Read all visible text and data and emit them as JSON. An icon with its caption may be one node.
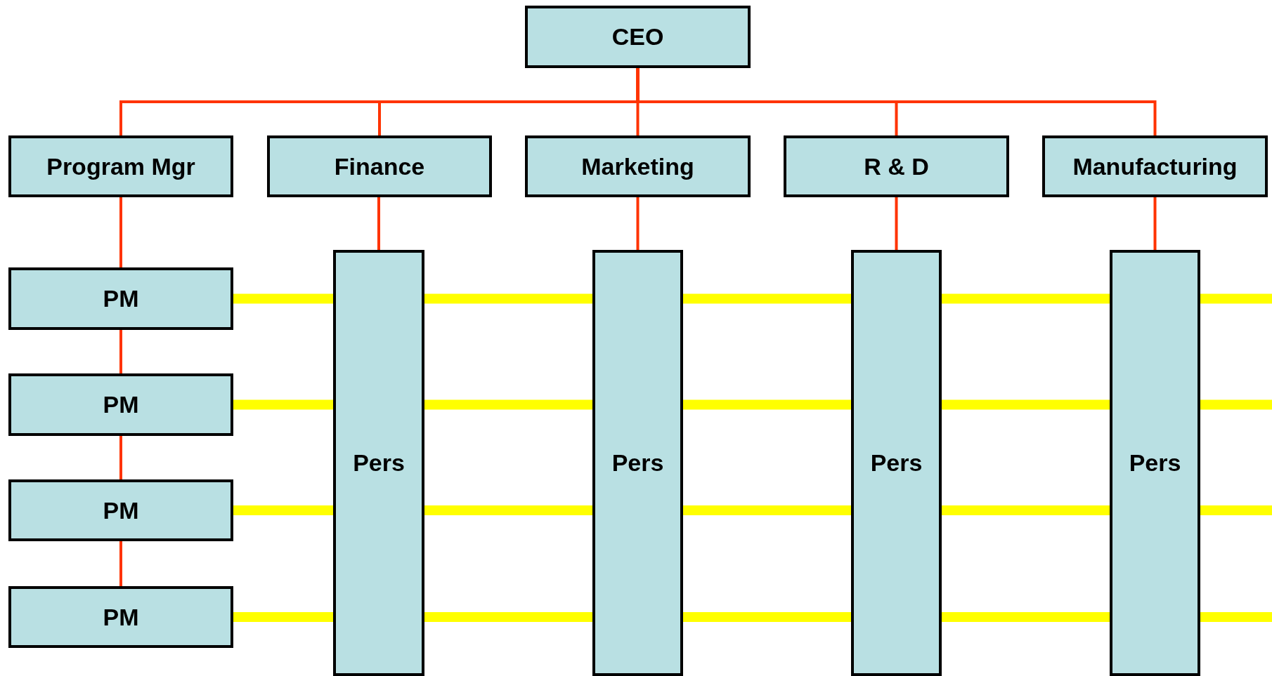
{
  "diagram": {
    "nodes": [
      {
        "text": [
          "CEO"
        ]
      },
      {
        "text": [
          "Program Mgr"
        ]
      },
      {
        "text": [
          "Finance"
        ]
      },
      {
        "text": [
          "Marketing"
        ]
      },
      {
        "text": [
          "R & D"
        ]
      },
      {
        "text": [
          "Manufacturing"
        ]
      },
      {
        "text": [
          "Pers"
        ]
      },
      {
        "text": [
          "Pers"
        ]
      },
      {
        "text": [
          "Pers"
        ]
      },
      {
        "text": [
          "Pers"
        ]
      },
      {
        "text": [
          "PM"
        ]
      },
      {
        "text": [
          "PM"
        ]
      },
      {
        "text": [
          "PM"
        ]
      },
      {
        "text": [
          "PM"
        ]
      }
    ],
    "edges": [
      {
        "from": 0,
        "to": 1,
        "arrow": "none",
        "color": "#ff3300"
      },
      {
        "from": 0,
        "to": 2,
        "arrow": "none",
        "color": "#ff3300"
      },
      {
        "from": 0,
        "to": 3,
        "arrow": "none",
        "color": "#ff3300"
      },
      {
        "from": 0,
        "to": 4,
        "arrow": "none",
        "color": "#ff3300"
      },
      {
        "from": 0,
        "to": 5,
        "arrow": "none",
        "color": "#ff3300"
      },
      {
        "from": 1,
        "to": 10,
        "arrow": "none",
        "color": "#ff3300"
      },
      {
        "from": 10,
        "to": 11,
        "arrow": "none",
        "color": "#ff3300"
      },
      {
        "from": 11,
        "to": 12,
        "arrow": "none",
        "color": "#ff3300"
      },
      {
        "from": 12,
        "to": 13,
        "arrow": "none",
        "color": "#ff3300"
      },
      {
        "from": 2,
        "to": 6,
        "arrow": "none",
        "color": "#ff3300"
      },
      {
        "from": 3,
        "to": 7,
        "arrow": "none",
        "color": "#ff3300"
      },
      {
        "from": 4,
        "to": 8,
        "arrow": "none",
        "color": "#ff3300"
      },
      {
        "from": 5,
        "to": 9,
        "arrow": "none",
        "color": "#ff3300"
      },
      {
        "from": 10,
        "to": 6,
        "arrow": "none",
        "color": "#ffff00"
      },
      {
        "from": 6,
        "to": 7,
        "arrow": "none",
        "color": "#ffff00"
      },
      {
        "from": 7,
        "to": 8,
        "arrow": "none",
        "color": "#ffff00"
      },
      {
        "from": 8,
        "to": 9,
        "arrow": "none",
        "color": "#ffff00"
      },
      {
        "from": 9,
        "to": null,
        "arrow": "none",
        "color": "#ffff00"
      },
      {
        "from": 11,
        "to": 6,
        "arrow": "none",
        "color": "#ffff00"
      },
      {
        "from": 6,
        "to": 7,
        "arrow": "none",
        "color": "#ffff00"
      },
      {
        "from": 7,
        "to": 8,
        "arrow": "none",
        "color": "#ffff00"
      },
      {
        "from": 8,
        "to": 9,
        "arrow": "none",
        "color": "#ffff00"
      },
      {
        "from": 9,
        "to": null,
        "arrow": "none",
        "color": "#ffff00"
      },
      {
        "from": 12,
        "to": 6,
        "arrow": "none",
        "color": "#ffff00"
      },
      {
        "from": 6,
        "to": 7,
        "arrow": "none",
        "color": "#ffff00"
      },
      {
        "from": 7,
        "to": 8,
        "arrow": "none",
        "color": "#ffff00"
      },
      {
        "from": 8,
        "to": 9,
        "arrow": "none",
        "color": "#ffff00"
      },
      {
        "from": 9,
        "to": null,
        "arrow": "none",
        "color": "#ffff00"
      },
      {
        "from": 13,
        "to": 6,
        "arrow": "none",
        "color": "#ffff00"
      },
      {
        "from": 6,
        "to": 7,
        "arrow": "none",
        "color": "#ffff00"
      },
      {
        "from": 7,
        "to": 8,
        "arrow": "none",
        "color": "#ffff00"
      },
      {
        "from": 8,
        "to": 9,
        "arrow": "none",
        "color": "#ffff00"
      },
      {
        "from": 9,
        "to": null,
        "arrow": "none",
        "color": "#ffff00"
      }
    ]
  }
}
